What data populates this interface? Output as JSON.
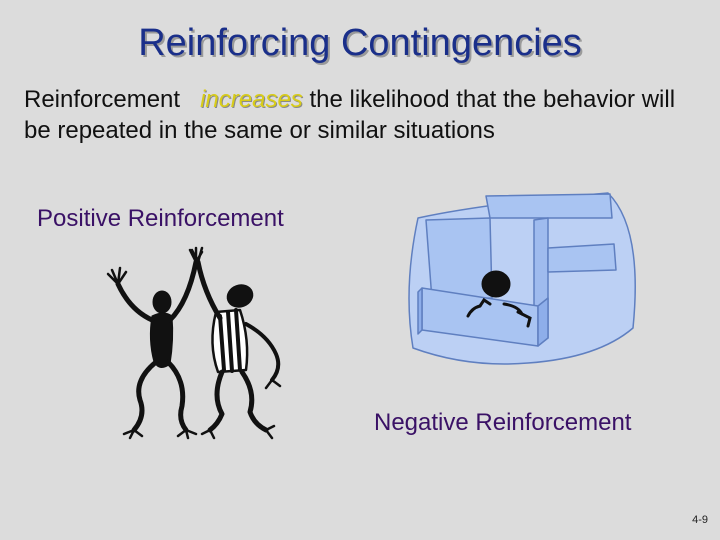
{
  "slide": {
    "title": "Reinforcing Contingencies",
    "body": {
      "before": "Reinforcement",
      "emphasis": "increases",
      "after": "the likelihood that the behavior will be repeated in the same or similar situations"
    },
    "positive_label": "Positive Reinforcement",
    "negative_label": "Negative Reinforcement",
    "page_number": "4-9"
  },
  "colors": {
    "title": "#1a2f8a",
    "emphasis": "#d8cc18",
    "labels": "#3a1166",
    "maze": "#a9c4f2"
  },
  "images": {
    "positive": "dancing-figures-clipart",
    "negative": "figure-in-maze-clipart"
  }
}
